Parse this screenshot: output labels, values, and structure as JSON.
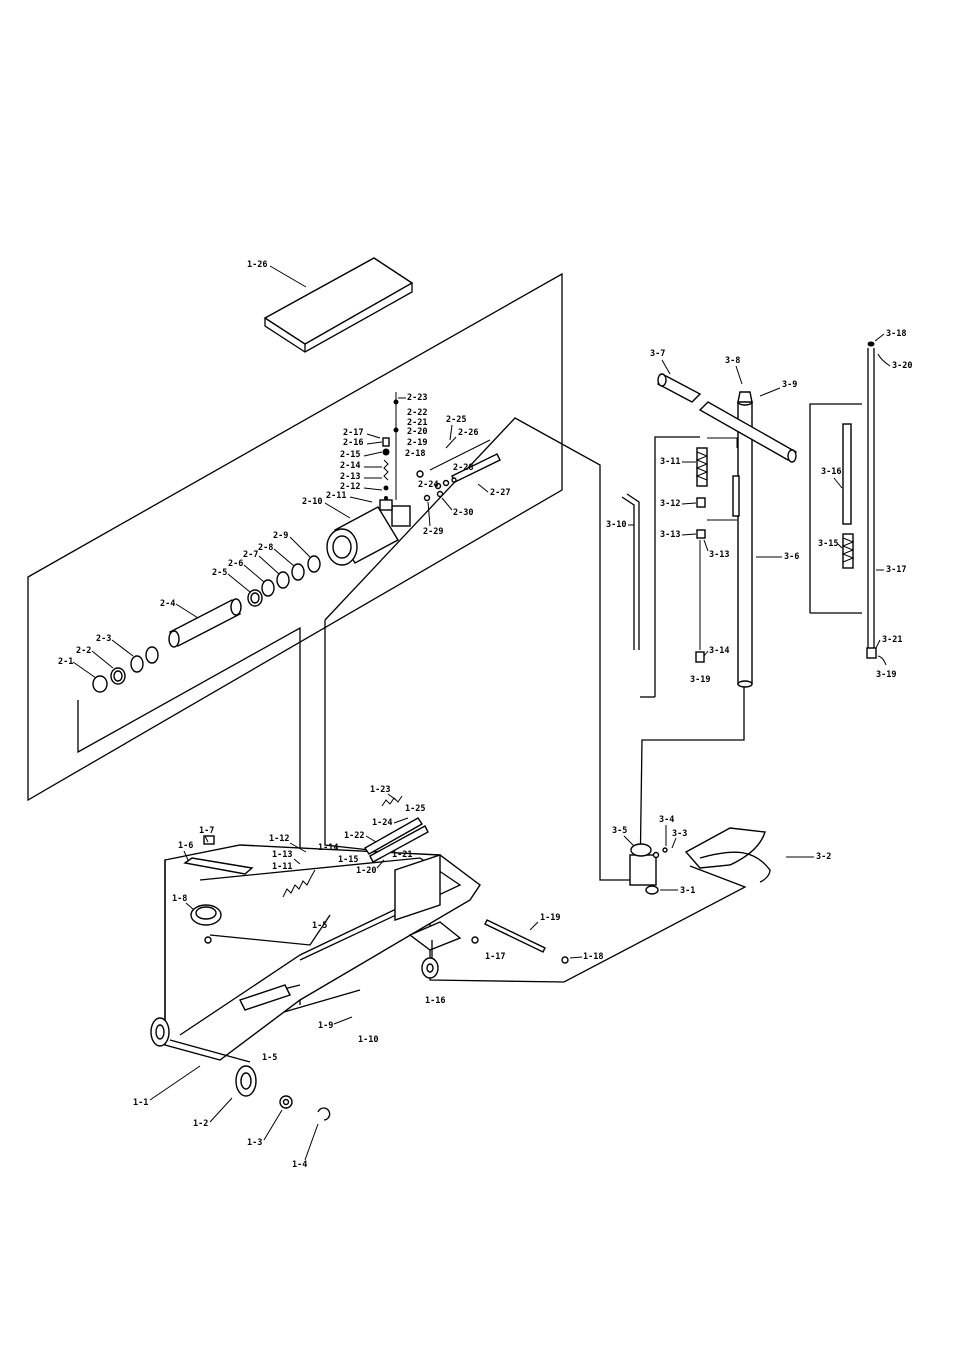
{
  "labels": {
    "p1_1": "1-1",
    "p1_2": "1-2",
    "p1_3": "1-3",
    "p1_4": "1-4",
    "p1_5a": "1-5",
    "p1_5b": "1-5",
    "p1_6": "1-6",
    "p1_7": "1-7",
    "p1_8": "1-8",
    "p1_9": "1-9",
    "p1_10": "1-10",
    "p1_11": "1-11",
    "p1_12": "1-12",
    "p1_13": "1-13",
    "p1_14": "1-14",
    "p1_15": "1-15",
    "p1_16": "1-16",
    "p1_17": "1-17",
    "p1_18": "1-18",
    "p1_19": "1-19",
    "p1_20": "1-20",
    "p1_21": "1-21",
    "p1_22": "1-22",
    "p1_23": "1-23",
    "p1_24": "1-24",
    "p1_25": "1-25",
    "p1_26": "1-26",
    "p2_1": "2-1",
    "p2_2": "2-2",
    "p2_3": "2-3",
    "p2_4": "2-4",
    "p2_5": "2-5",
    "p2_6": "2-6",
    "p2_7": "2-7",
    "p2_8": "2-8",
    "p2_9": "2-9",
    "p2_10": "2-10",
    "p2_11": "2-11",
    "p2_12": "2-12",
    "p2_13": "2-13",
    "p2_14": "2-14",
    "p2_15": "2-15",
    "p2_16": "2-16",
    "p2_17": "2-17",
    "p2_18": "2-18",
    "p2_19": "2-19",
    "p2_20": "2-20",
    "p2_21": "2-21",
    "p2_22": "2-22",
    "p2_23": "2-23",
    "p2_24": "2-24",
    "p2_25": "2-25",
    "p2_26": "2-26",
    "p2_27": "2-27",
    "p2_28": "2-28",
    "p2_29": "2-29",
    "p2_30": "2-30",
    "p3_1": "3-1",
    "p3_2": "3-2",
    "p3_3": "3-3",
    "p3_4": "3-4",
    "p3_5": "3-5",
    "p3_6": "3-6",
    "p3_7": "3-7",
    "p3_8": "3-8",
    "p3_9": "3-9",
    "p3_10": "3-10",
    "p3_11": "3-11",
    "p3_12": "3-12",
    "p3_13a": "3-13",
    "p3_13b": "3-13",
    "p3_14": "3-14",
    "p3_15": "3-15",
    "p3_16": "3-16",
    "p3_17": "3-17",
    "p3_18": "3-18",
    "p3_19a": "3-19",
    "p3_19b": "3-19",
    "p3_20": "3-20",
    "p3_21": "3-21"
  }
}
